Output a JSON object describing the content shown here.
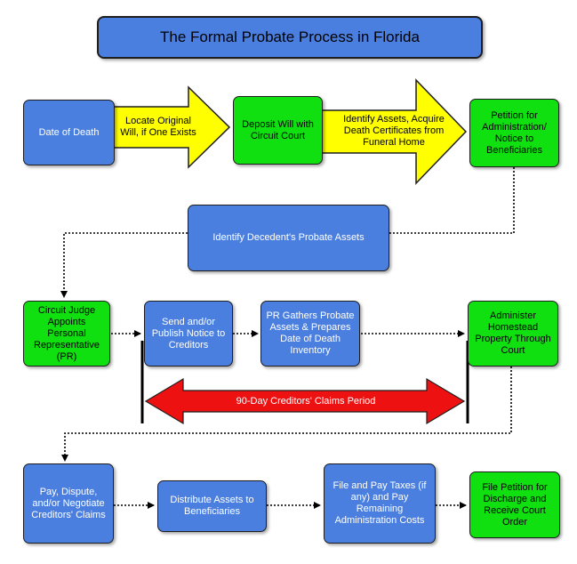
{
  "title": "The Formal Probate Process in Florida",
  "steps": {
    "date_of_death": "Date of Death",
    "locate_will": "Locate Original Will, if One Exists",
    "deposit_will": "Deposit Will with Circuit Court",
    "identify_assets_acquire": "Identify Assets, Acquire Death Certificates from Funeral Home",
    "petition": "Petition for Administration/ Notice to Beneficiaries",
    "identify_probate_assets": "Identify Decedent's Probate Assets",
    "circuit_judge": "Circuit Judge Appoints Personal Representative (PR)",
    "send_notice": "Send and/or Publish Notice to Creditors",
    "pr_gathers": "PR Gathers Probate Assets & Prepares Date of Death Inventory",
    "administer_homestead": "Administer Homestead Property Through Court",
    "claims_period": "90-Day Creditors' Claims Period",
    "pay_dispute": "Pay, Dispute, and/or Negotiate Creditors' Claims",
    "distribute_assets": "Distribute Assets to Beneficiaries",
    "file_taxes": "File and Pay Taxes (if any) and Pay Remaining Administration Costs",
    "file_petition_discharge": "File Petition for Discharge and Receive Court Order"
  },
  "colors": {
    "process_box": "#4a7fe0",
    "court_box": "#10e010",
    "yellow_arrow": "#ffff00",
    "claims_arrow": "#ee1111"
  }
}
